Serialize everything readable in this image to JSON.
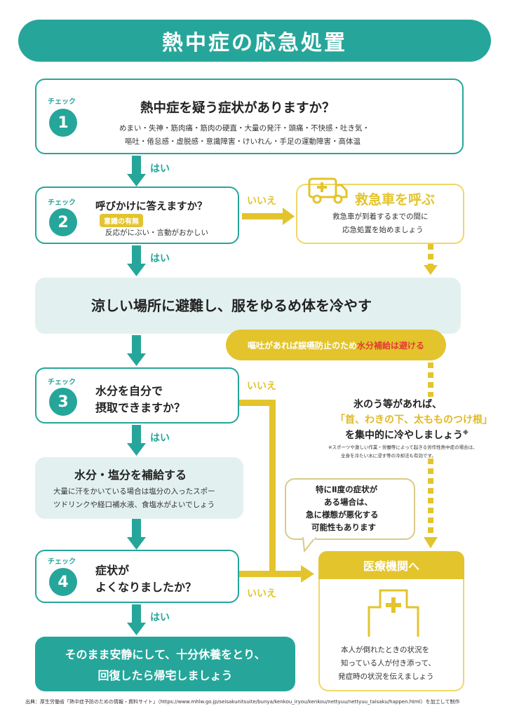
{
  "title": "熱中症の応急処置",
  "check1": {
    "label": "チェック",
    "number": "1",
    "question": "熱中症を疑う症状がありますか？",
    "symptoms_line1": "めまい・失神・筋肉痛・筋肉の硬直・大量の発汗・頭痛・不快感・吐き気・",
    "symptoms_line2": "嘔吐・倦怠感・虚脱感・意識障害・けいれん・手足の運動障害・高体温"
  },
  "check2": {
    "label": "チェック",
    "number": "2",
    "question": "呼びかけに答えますか？",
    "badge": "意識の有無",
    "note": "反応がにぶい・言動がおかしい"
  },
  "ambulance": {
    "title": "救急車を呼ぶ",
    "line1": "救急車が到着するまでの間に",
    "line2": "応急処置を始めましょう"
  },
  "labels": {
    "yes": "はい",
    "no": "いいえ"
  },
  "cool_down": "涼しい場所に避難し、服をゆるめ体を冷やす",
  "vomit_note": {
    "prefix": "嘔吐があれば誤嚥防止のため",
    "highlight": "水分補給は避ける"
  },
  "check3": {
    "label": "チェック",
    "number": "3",
    "question_line1": "水分を自分で",
    "question_line2": "摂取できますか？"
  },
  "ice": {
    "line1": "氷のう等があれば、",
    "line2": "「首、わきの下、太もものつけ根」",
    "line3": "を集中的に冷やしましょう",
    "mark": "※",
    "footnote1": "※スポーツや激しい作業・労働等によって起きる労作性熱中症の場合は、",
    "footnote2": "全身を冷たい水に浸す等の冷却法も有効です。"
  },
  "hydrate": {
    "title": "水分・塩分を補給する",
    "line1": "大量に汗をかいている場合は塩分の入ったスポー",
    "line2": "ツドリンクや経口補水液、食塩水がよいでしょう"
  },
  "warning": {
    "line1": "特にⅡ度の症状が",
    "line2": "ある場合は、",
    "line3": "急に様態が悪化する",
    "line4": "可能性もあります"
  },
  "check4": {
    "label": "チェック",
    "number": "4",
    "question_line1": "症状が",
    "question_line2": "よくなりましたか？"
  },
  "hospital": {
    "title": "医療機関へ",
    "line1": "本人が倒れたときの状況を",
    "line2": "知っている人が付き添って、",
    "line3": "発症時の状況を伝えましょう"
  },
  "rest": {
    "line1": "そのまま安静にして、十分休養をとり、",
    "line2": "回復したら帰宅しましょう"
  },
  "source": "出典：厚生労働省「熱中症予防のための情報・資料サイト」（https://www.mhlw.go.jp/seisakunitsuite/bunya/kenkou_iryou/kenkou/nettyuu/nettyuu_taisaku/happen.html）を加工して制作",
  "colors": {
    "teal": "#26a69a",
    "yellow": "#e3c42d",
    "light_teal": "#e2f1ef",
    "red": "#e53935"
  }
}
